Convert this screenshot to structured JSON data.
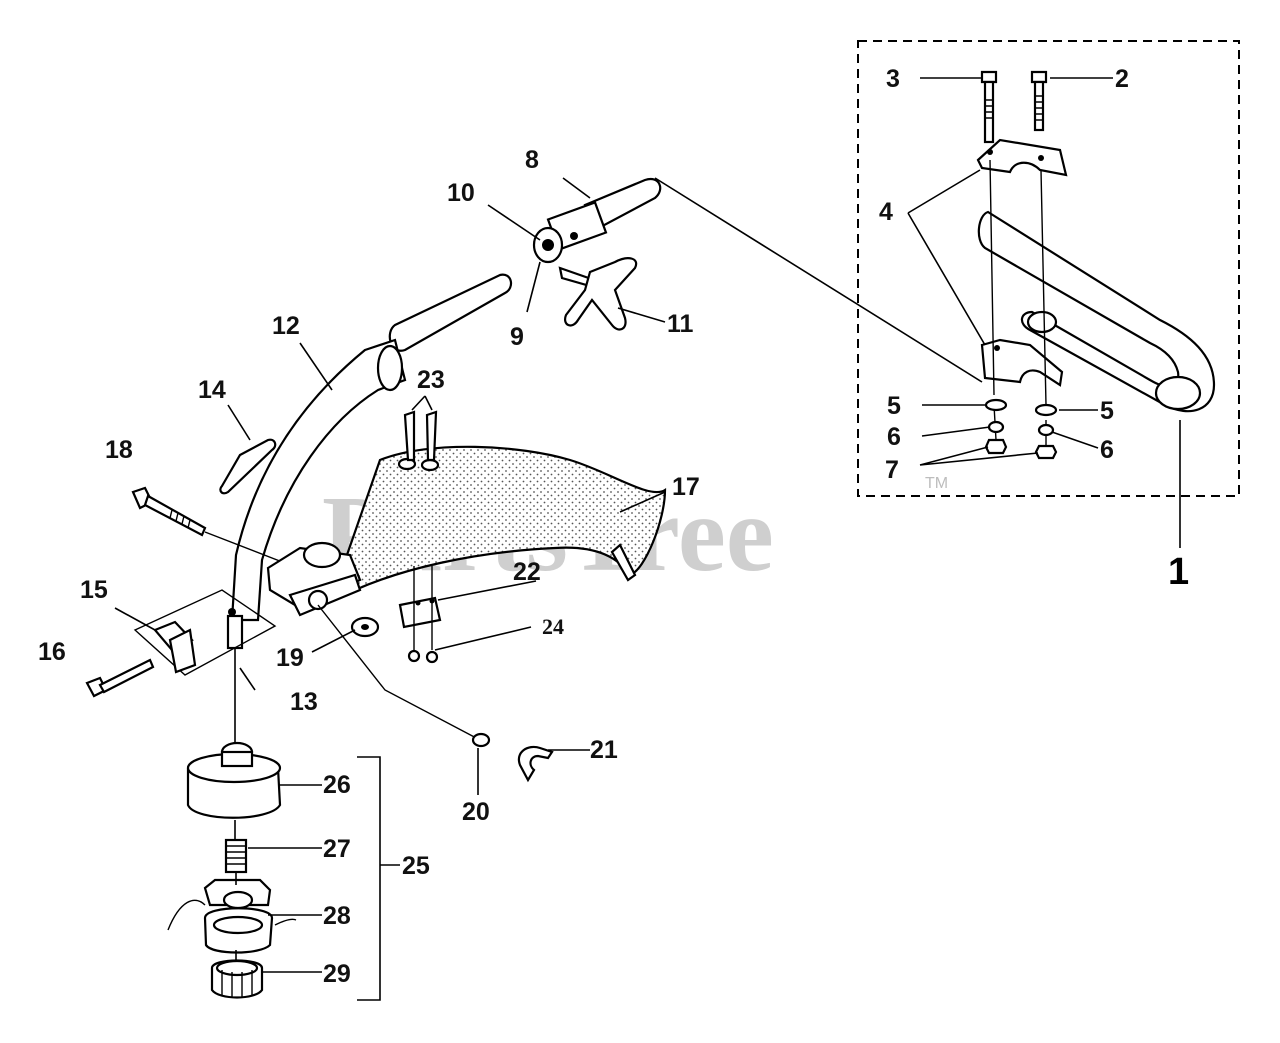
{
  "watermark": {
    "text": "PartsTree",
    "tm": "TM"
  },
  "callouts": {
    "c1": "1",
    "c2": "2",
    "c3": "3",
    "c4": "4",
    "c5a": "5",
    "c5b": "5",
    "c6a": "6",
    "c6b": "6",
    "c7": "7",
    "c8": "8",
    "c9": "9",
    "c10": "10",
    "c11": "11",
    "c12": "12",
    "c13": "13",
    "c14": "14",
    "c15": "15",
    "c16": "16",
    "c17": "17",
    "c18": "18",
    "c19": "19",
    "c20": "20",
    "c21": "21",
    "c22": "22",
    "c23": "23",
    "c24": "24",
    "c25": "25",
    "c26": "26",
    "c27": "27",
    "c28": "28",
    "c29": "29"
  }
}
